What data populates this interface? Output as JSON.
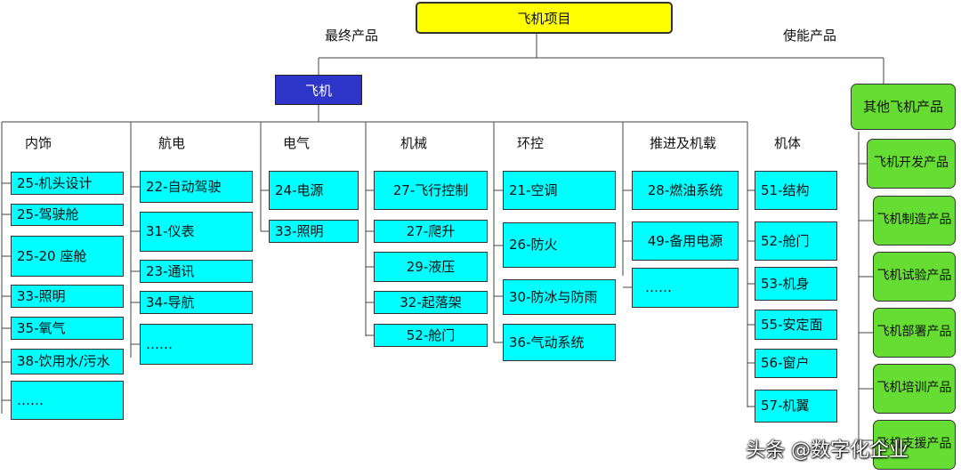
{
  "root": "飞机项目",
  "branches": {
    "left": "最终产品",
    "right": "使能产品"
  },
  "product": "飞机",
  "columns": [
    {
      "title": "内饰",
      "items": [
        "25-机头设计",
        "25-驾驶舱",
        "25-20 座舱",
        "33-照明",
        "35-氧气",
        "38-饮用水/污水",
        "……"
      ]
    },
    {
      "title": "航电",
      "items": [
        "22-自动驾驶",
        "31-仪表",
        "23-通讯",
        "34-导航",
        "……"
      ]
    },
    {
      "title": "电气",
      "items": [
        "24-电源",
        "33-照明"
      ]
    },
    {
      "title": "机械",
      "items": [
        "27-飞行控制",
        "27-爬升",
        "29-液压",
        "32-起落架",
        "52-舱门"
      ]
    },
    {
      "title": "环控",
      "items": [
        "21-空调",
        "26-防火",
        "30-防冰与防雨",
        "36-气动系统"
      ]
    },
    {
      "title": "推进及机载",
      "items": [
        "28-燃油系统",
        "49-备用电源",
        "……"
      ]
    },
    {
      "title": "机体",
      "items": [
        "51-结构",
        "52-舱门",
        "53-机身",
        "55-安定面",
        "56-窗户",
        "57-机翼"
      ]
    }
  ],
  "enabling": {
    "title": "其他飞机产品",
    "items": [
      "飞机开发产品",
      "飞机制造产品",
      "飞机试验产品",
      "飞机部署产品",
      "飞机培训产品",
      "飞机支援产品"
    ]
  },
  "watermark": "头条 @数字化企业",
  "colors": {
    "root": "#ffff00",
    "product": "#2e35c9",
    "item": "#00ffff",
    "enabling": "#66dd33"
  }
}
